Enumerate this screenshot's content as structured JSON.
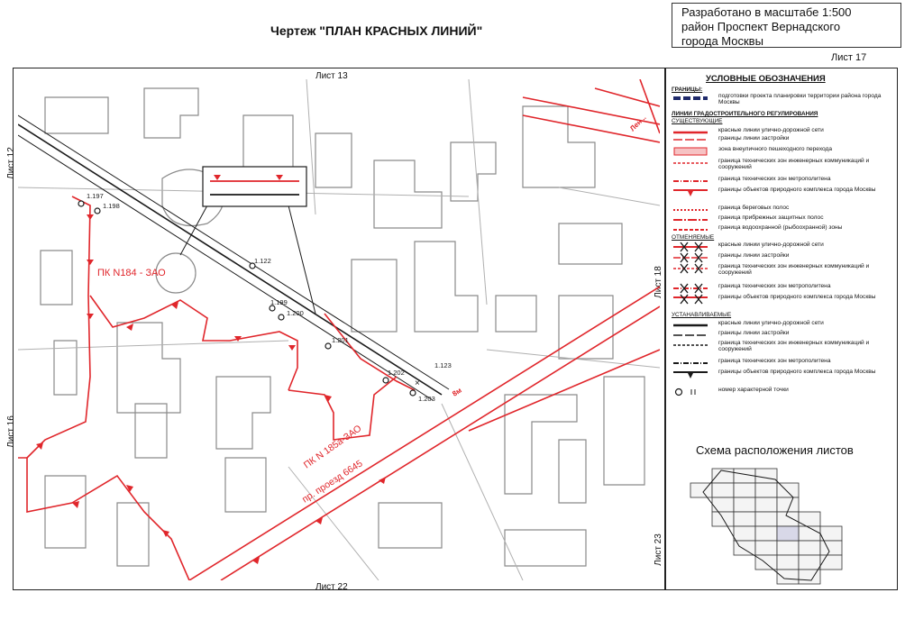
{
  "header": {
    "title": "Чертеж \"ПЛАН КРАСНЫХ ЛИНИЙ\"",
    "stamp_lines": [
      "Разработано в масштабе 1:500",
      "район Проспект Вернадского",
      "города Москвы"
    ],
    "sheet": "Лист 17"
  },
  "frame_labels": {
    "top": "Лист 13",
    "bottom": "Лист 22",
    "left_top": "Лист 12",
    "left_bottom": "Лист 16",
    "right_top": "Лист 18",
    "right_bottom": "Лист 23"
  },
  "map": {
    "points": [
      "1.197",
      "1.198",
      "1.122",
      "1.199",
      "1.200",
      "1.201",
      "1.202",
      "1.123",
      "1.203"
    ],
    "zone_labels": [
      "ПК N184 - ЗАО",
      "ПК N 185а-ЗАО"
    ],
    "street": "пр. проезд 6645",
    "road_width": "8м",
    "corner_label": "Лен..."
  },
  "legend": {
    "title": "УСЛОВНЫЕ ОБОЗНАЧЕНИЯ",
    "groups": {
      "borders": "ГРАНИЦЫ:",
      "regulation": "ЛИНИИ ГРАДОСТРОИТЕЛЬНОГО РЕГУЛИРОВАНИЯ",
      "existing": "СУЩЕСТВУЮЩИЕ",
      "cancelled": "ОТМЕНЯЕМЫЕ",
      "established": "УСТАНАВЛИВАЕМЫЕ"
    },
    "items": [
      "подготовки проекта планировки территории района города Москвы",
      "красные линии улично-дорожной сети",
      "границы линии застройки",
      "зона внеуличного пешеходного перехода",
      "граница технических зон инженерных коммуникаций и сооружений",
      "граница технических зон метрополитена",
      "границы объектов природного комплекса города Москвы",
      "граница береговых полос",
      "граница прибрежных защитных полос",
      "граница водоохранной (рыбоохранной) зоны",
      "красные линии улично-дорожной сети",
      "границы линии застройки",
      "граница технических зон инженерных коммуникаций и сооружений",
      "граница технических зон метрополитена",
      "границы объектов природного комплекса города Москвы",
      "красные линии улично-дорожной сети",
      "границы линии застройки",
      "граница технических зон инженерных коммуникаций и сооружений",
      "граница технических зон метрополитена",
      "границы объектов природного комплекса города Москвы",
      "номер характерной точки"
    ]
  },
  "scheme": {
    "title": "Схема расположения листов"
  },
  "colors": {
    "red": "#e0262b",
    "black": "#1a1a1a",
    "gray": "#9a9a9a",
    "navy": "#1f2a6b"
  }
}
